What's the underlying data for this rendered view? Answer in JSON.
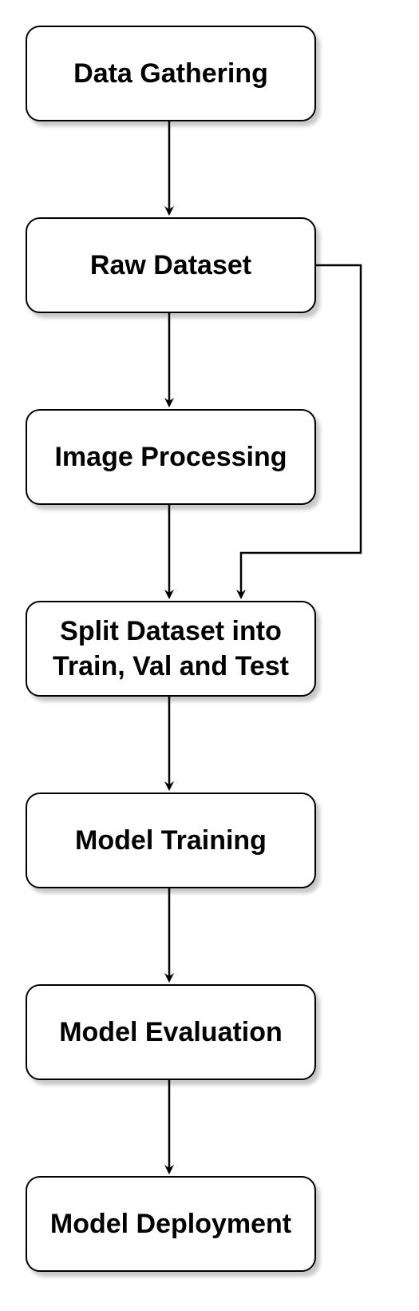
{
  "diagram": {
    "nodes": [
      {
        "id": "n1",
        "label": "Data Gathering"
      },
      {
        "id": "n2",
        "label": "Raw Dataset"
      },
      {
        "id": "n3",
        "label": "Image Processing"
      },
      {
        "id": "n4",
        "label": "Split Dataset into Train, Val and Test"
      },
      {
        "id": "n5",
        "label": "Model Training"
      },
      {
        "id": "n6",
        "label": "Model Evaluation"
      },
      {
        "id": "n7",
        "label": "Model Deployment"
      }
    ],
    "edges": [
      {
        "from": "n1",
        "to": "n2"
      },
      {
        "from": "n2",
        "to": "n3"
      },
      {
        "from": "n3",
        "to": "n4"
      },
      {
        "from": "n2",
        "to": "n4",
        "route": "right-side bypass"
      },
      {
        "from": "n4",
        "to": "n5"
      },
      {
        "from": "n5",
        "to": "n6"
      },
      {
        "from": "n6",
        "to": "n7"
      }
    ],
    "colors": {
      "stroke": "#000000",
      "fill": "#ffffff",
      "text": "#000000"
    }
  }
}
